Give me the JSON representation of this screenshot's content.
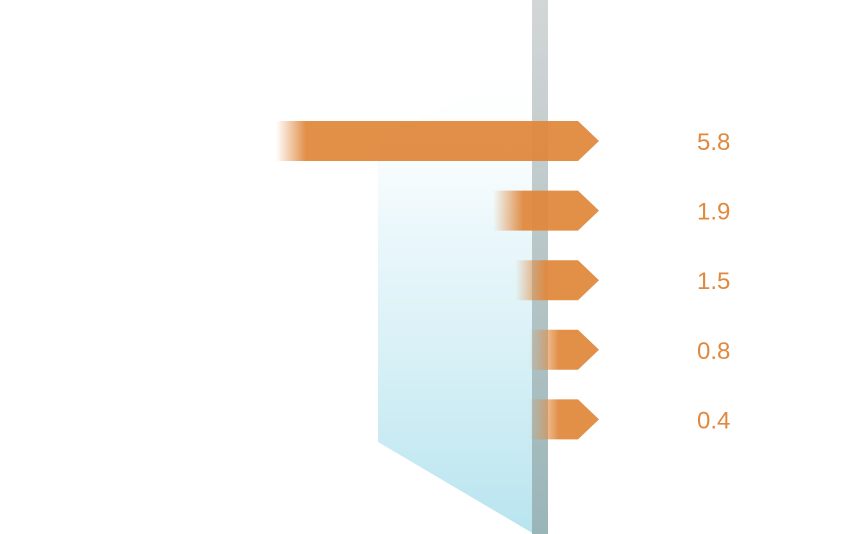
{
  "chart_data": {
    "type": "bar",
    "orientation": "horizontal",
    "values": [
      5.8,
      1.9,
      1.5,
      0.8,
      0.4
    ],
    "value_labels": [
      "5.8",
      "1.9",
      "1.5",
      "0.8",
      "0.4"
    ],
    "colors": {
      "bar": "#E0893E",
      "label": "#E0893E",
      "glass": "#BEE6F0",
      "post": "#A9B3B6"
    }
  }
}
